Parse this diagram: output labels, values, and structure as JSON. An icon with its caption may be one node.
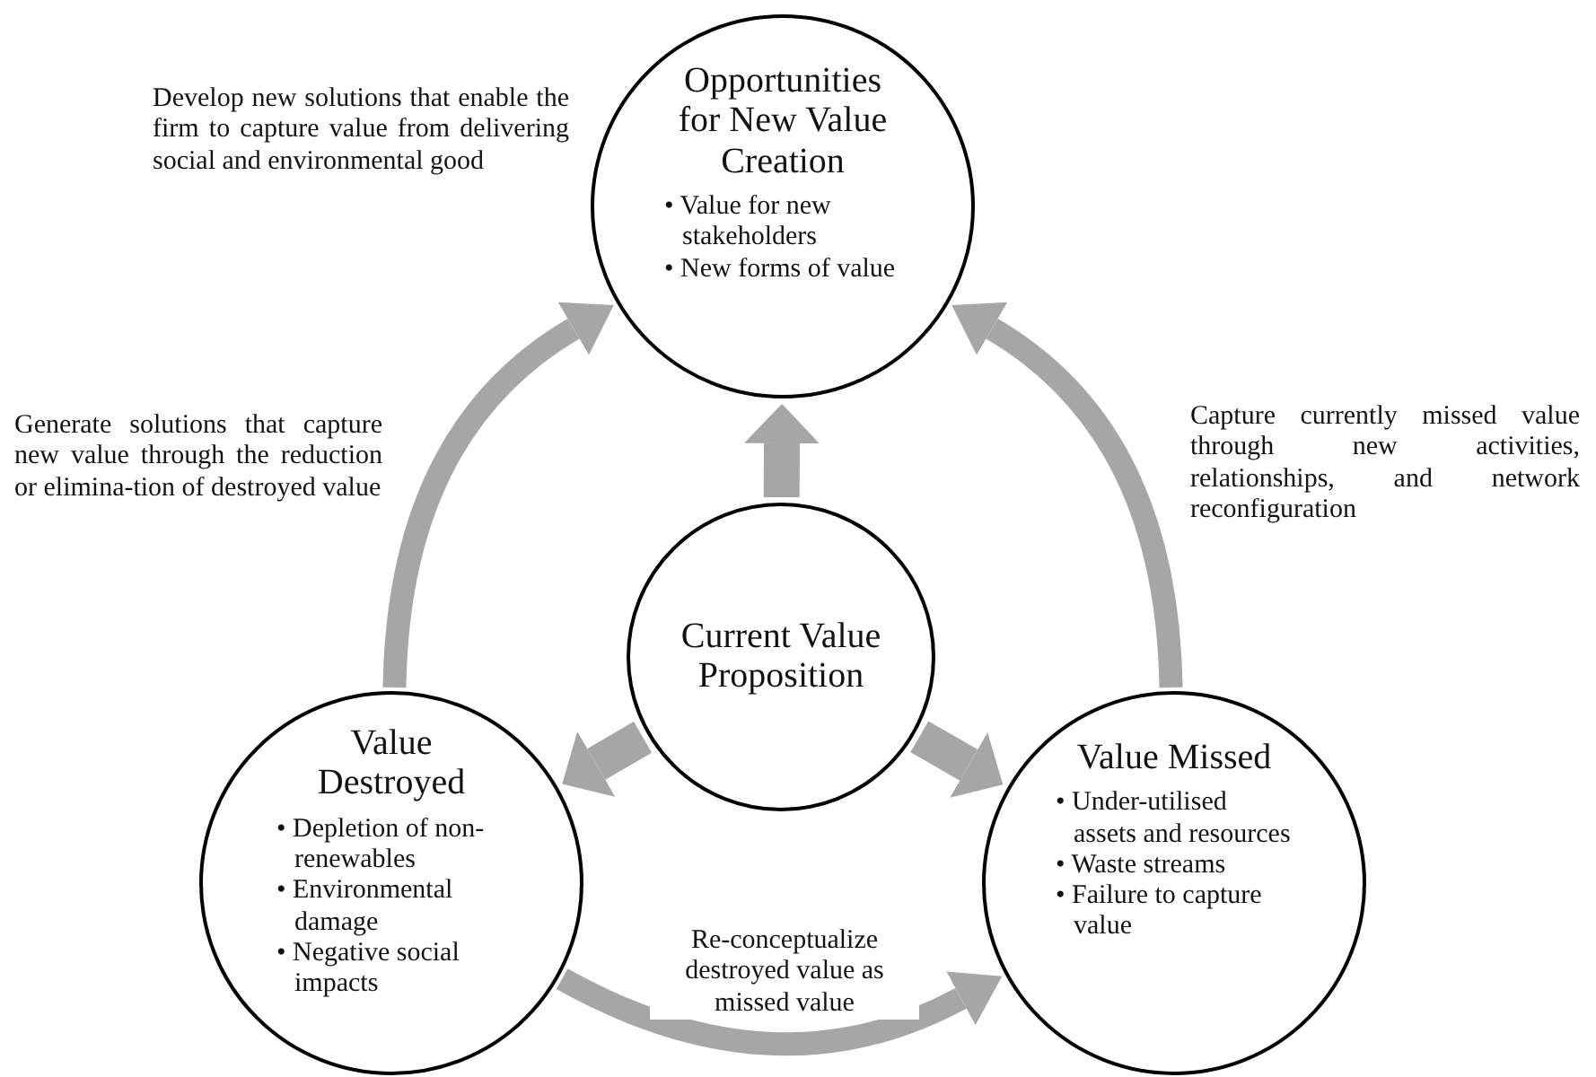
{
  "diagram": {
    "nodes": [
      {
        "text": [
          "Opportunities for New Value Creation",
          "• Value for new stakeholders",
          "• New forms of value"
        ],
        "beside": [
          "Develop new solutions that enable the firm to capture value from delivering social and environmental good"
        ]
      },
      {
        "text": [
          "Current Value Proposition"
        ]
      },
      {
        "text": [
          "Value Destroyed",
          "• Depletion of non-renewables",
          "• Environmental damage",
          "• Negative social impacts"
        ]
      },
      {
        "text": [
          "Value Missed",
          "• Under-utilised assets and resources",
          "• Waste streams",
          "• Failure to capture value"
        ]
      }
    ],
    "edges": [
      {
        "from": 2,
        "to": 0,
        "arrow": "to",
        "label": "Generate solutions that capture new value through the reduction or elimina-tion of destroyed value"
      },
      {
        "from": 3,
        "to": 0,
        "arrow": "to",
        "label": "Capture currently missed value through new activities, relationships, and network reconfiguration"
      },
      {
        "from": 2,
        "to": 3,
        "arrow": "to",
        "label": "Re-conceptualize destroyed value as missed value"
      },
      {
        "from": 1,
        "to": 0,
        "arrow": "to"
      },
      {
        "from": 1,
        "to": 2,
        "arrow": "to"
      },
      {
        "from": 1,
        "to": 3,
        "arrow": "to"
      }
    ]
  }
}
